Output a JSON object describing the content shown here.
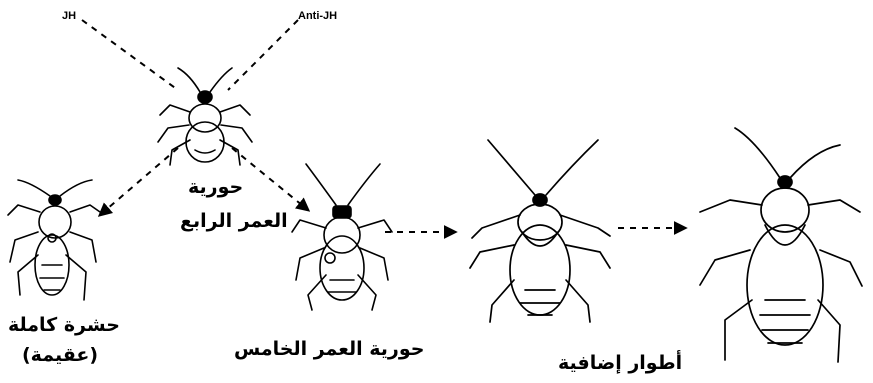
{
  "hormones": {
    "jh": "JH",
    "anti_jh": "Anti-JH"
  },
  "stages": {
    "fourth_instar": [
      "حورية",
      "العمر الرابع"
    ],
    "fifth_instar": "حورية العمر الخامس",
    "adult": [
      "حشرة كاملة",
      "(عقيمة)"
    ],
    "extra_stages": "أطوار إضافية"
  },
  "colors": {
    "ink": "#000000",
    "background": "#ffffff"
  }
}
